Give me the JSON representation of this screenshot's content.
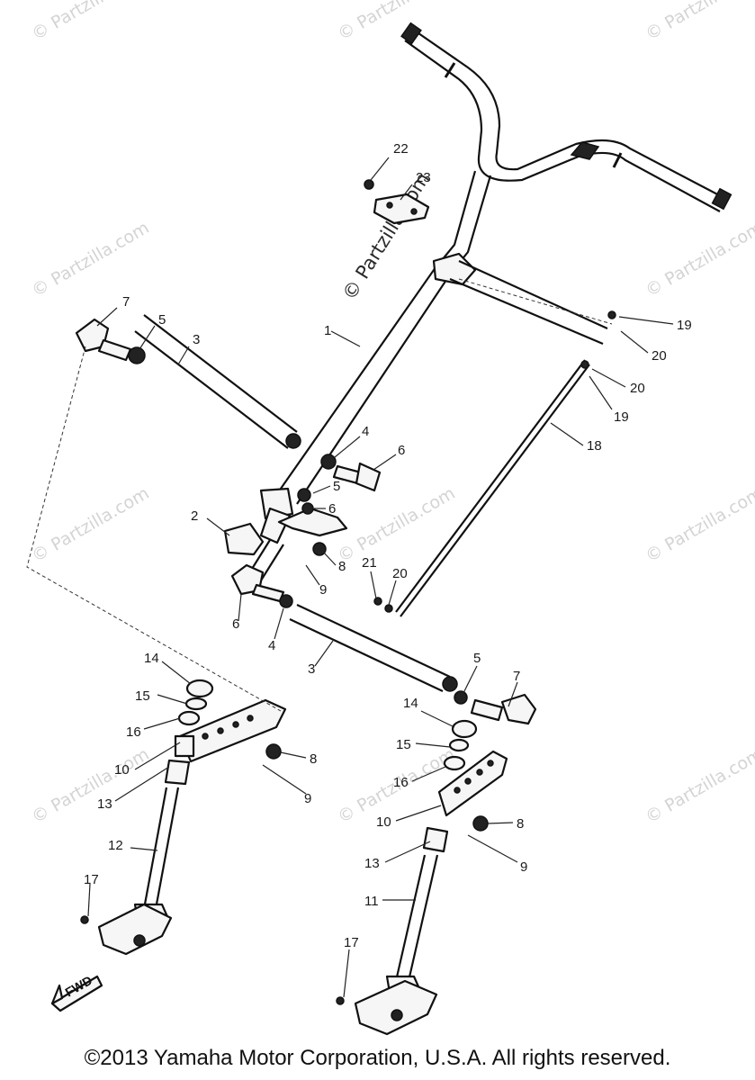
{
  "watermark": {
    "text": "© Partzilla.com",
    "center_text": "© Partzilla.com"
  },
  "diagram": {
    "fwd_label": "FWD",
    "callouts": [
      "22",
      "23",
      "1",
      "7",
      "5",
      "3",
      "19",
      "20",
      "20",
      "19",
      "18",
      "4",
      "6",
      "5",
      "6",
      "2",
      "8",
      "9",
      "21",
      "20",
      "6",
      "4",
      "3",
      "5",
      "7",
      "14",
      "15",
      "16",
      "10",
      "13",
      "12",
      "17",
      "8",
      "9",
      "14",
      "15",
      "16",
      "10",
      "8",
      "13",
      "9",
      "11",
      "17"
    ]
  },
  "footer": {
    "copyright": "©2013  Yamaha Motor Corporation, U.S.A. All rights reserved."
  }
}
